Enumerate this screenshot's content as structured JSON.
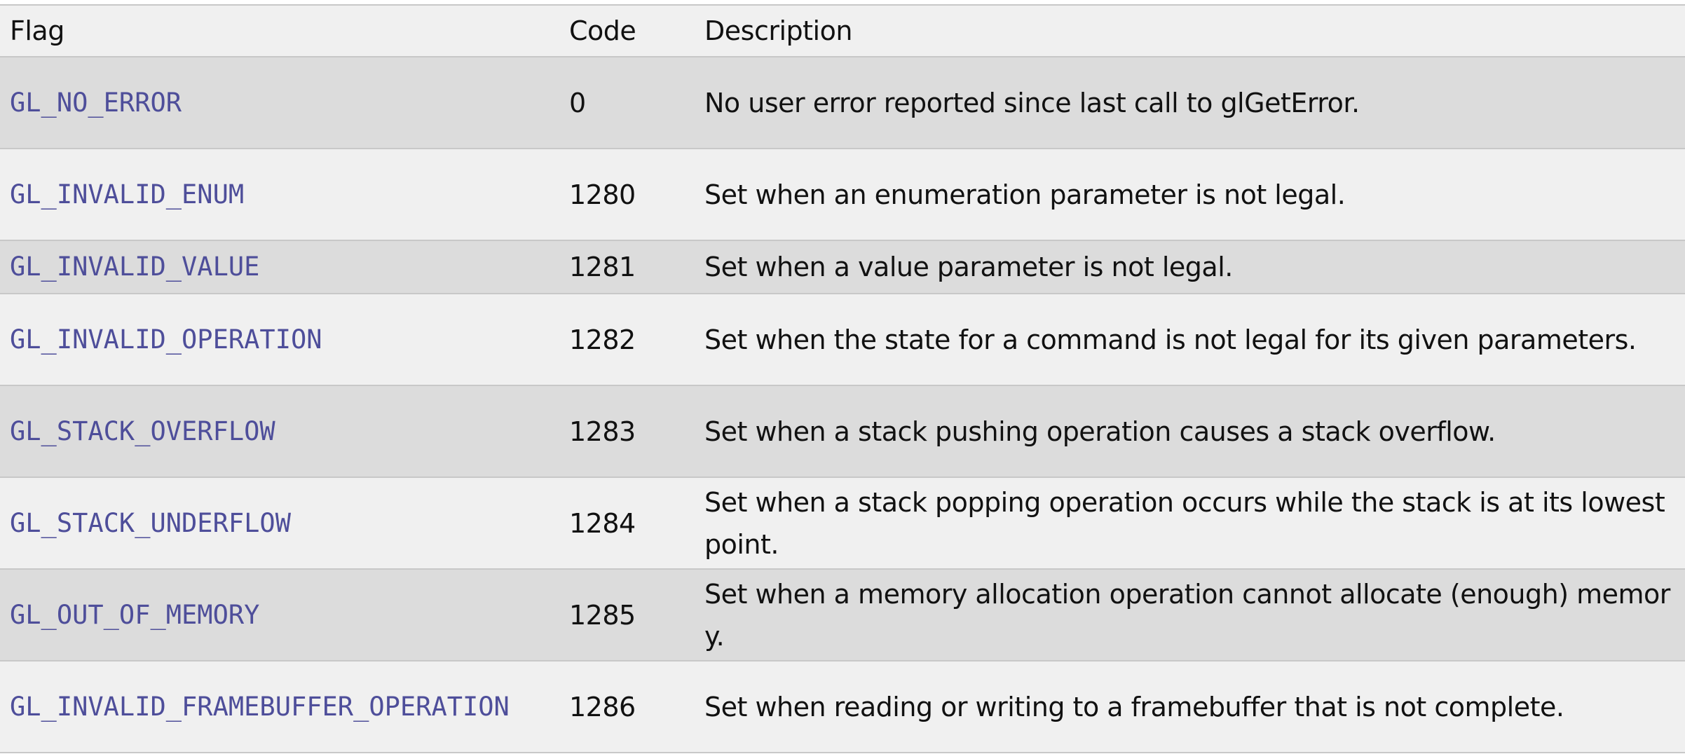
{
  "table": {
    "columns": [
      "Flag",
      "Code",
      "Description"
    ],
    "rows": [
      {
        "flag": "GL_NO_ERROR",
        "code": "0",
        "description": "No user error reported since last call to glGetError."
      },
      {
        "flag": "GL_INVALID_ENUM",
        "code": "1280",
        "description": "Set when an enumeration parameter is not legal."
      },
      {
        "flag": "GL_INVALID_VALUE",
        "code": "1281",
        "description": "Set when a value parameter is not legal."
      },
      {
        "flag": "GL_INVALID_OPERATION",
        "code": "1282",
        "description": "Set when the state for a command is not legal for its given parameters."
      },
      {
        "flag": "GL_STACK_OVERFLOW",
        "code": "1283",
        "description": "Set when a stack pushing operation causes a stack overflow."
      },
      {
        "flag": "GL_STACK_UNDERFLOW",
        "code": "1284",
        "description": "Set when a stack popping operation occurs while the stack is at its lowest point."
      },
      {
        "flag": "GL_OUT_OF_MEMORY",
        "code": "1285",
        "description": "Set when a memory allocation operation cannot allocate (enough) memory."
      },
      {
        "flag": "GL_INVALID_FRAMEBUFFER_OPERATION",
        "code": "1286",
        "description": "Set when reading or writing to a framebuffer that is not complete."
      }
    ]
  }
}
